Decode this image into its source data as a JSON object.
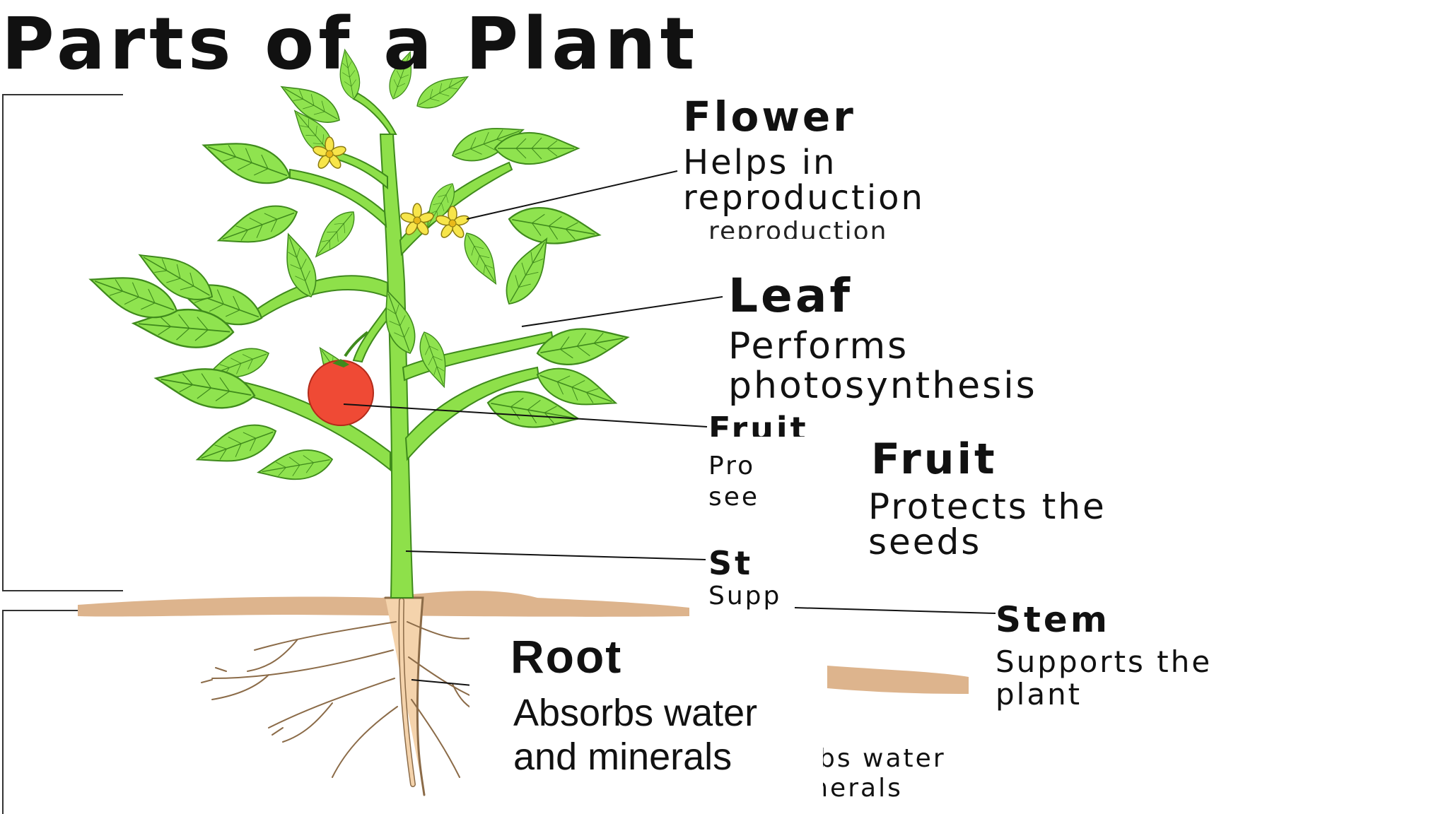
{
  "title": "Parts of a Plant",
  "colors": {
    "stem": "#8ee04a",
    "leaf": "#8fe34f",
    "leaf_outline": "#3f8a1c",
    "flower": "#f7e54a",
    "fruit": "#ef4a35",
    "root": "#f4d3ac",
    "root_outline": "#8b6b48",
    "soil": "#ddb48d",
    "line": "#111111"
  },
  "labels": {
    "flower": {
      "name": "Flower",
      "desc_line1": "Helps in",
      "desc_line2": "reproduction",
      "ghost_line": "reproduction"
    },
    "leaf": {
      "name": "Leaf",
      "desc_line1": "Performs",
      "desc_line2": "photosynthesis"
    },
    "fruit": {
      "name": "Fruit",
      "desc_line1": "Protects the",
      "desc_line2": "seeds",
      "ghost_name": "Fruit",
      "ghost_line1": "Pro",
      "ghost_line2": "see"
    },
    "stem": {
      "name": "Stem",
      "desc_line1": "Supports the",
      "desc_line2": "plant",
      "ghost_name": "St",
      "ghost_line1": "Supp"
    },
    "root": {
      "name": "Root",
      "desc_line1": "Absorbs water",
      "desc_line2": "and minerals",
      "ghost_line1": "bs water",
      "ghost_line2": "and minerals"
    }
  },
  "icons": {
    "shoot_bracket": "bracket-icon",
    "root_bracket": "bracket-icon",
    "leaf": "leaf-icon",
    "flower": "flower-icon",
    "fruit": "tomato-icon",
    "root": "root-icon"
  }
}
